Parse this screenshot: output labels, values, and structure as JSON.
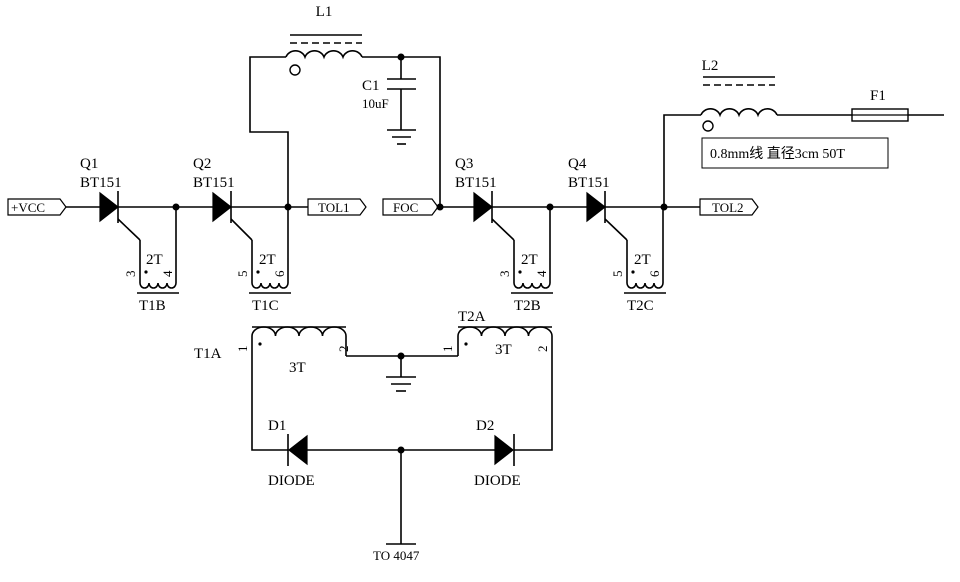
{
  "labels": {
    "L1": "L1",
    "L2": "L2",
    "C1": "C1",
    "C1_value": "10uF",
    "F1": "F1",
    "Q1": "Q1",
    "Q2": "Q2",
    "Q3": "Q3",
    "Q4": "Q4",
    "scr_type": "BT151",
    "T1A": "T1A",
    "T2A": "T2A",
    "T1B": "T1B",
    "T1C": "T1C",
    "T2B": "T2B",
    "T2C": "T2C",
    "turns_2T": "2T",
    "turns_3T": "3T",
    "D1": "D1",
    "D2": "D2",
    "diode": "DIODE",
    "pin1": "1",
    "pin2": "2",
    "pin3": "3",
    "pin4": "4",
    "pin5": "5",
    "pin6": "6"
  },
  "ports": {
    "vcc": "+VCC",
    "tol1": "TOL1",
    "foc": "FOC",
    "tol2": "TOL2",
    "to4047": "TO 4047"
  },
  "note": "0.8mm线 直径3cm  50T"
}
